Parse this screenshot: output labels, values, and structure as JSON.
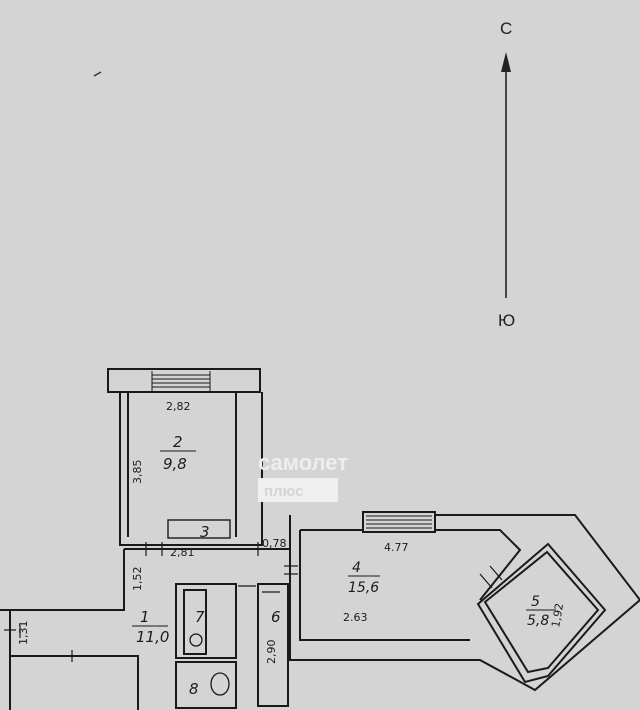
{
  "compass": {
    "north": "С",
    "south": "Ю"
  },
  "watermark": {
    "brand": "самолет",
    "sub": "плюс"
  },
  "rooms": [
    {
      "id": "1",
      "number": "1",
      "area": "11,0"
    },
    {
      "id": "2",
      "number": "2",
      "area": "9,8"
    },
    {
      "id": "3",
      "number": "3"
    },
    {
      "id": "4",
      "number": "4",
      "area": "15,6"
    },
    {
      "id": "5",
      "number": "5",
      "area": "5,8"
    },
    {
      "id": "6",
      "number": "6"
    },
    {
      "id": "7",
      "number": "7"
    },
    {
      "id": "8",
      "number": "8"
    }
  ],
  "dimensions": {
    "room2_width": "2,82",
    "room2_length": "3,85",
    "corridor_width": "2,81",
    "door_gap": "0,78",
    "room4_width": "4.77",
    "room4_depth": "2.63",
    "room5_side": "1,92",
    "hall_side": "1,52",
    "left_side": "1,31",
    "room6_length": "2,90"
  }
}
